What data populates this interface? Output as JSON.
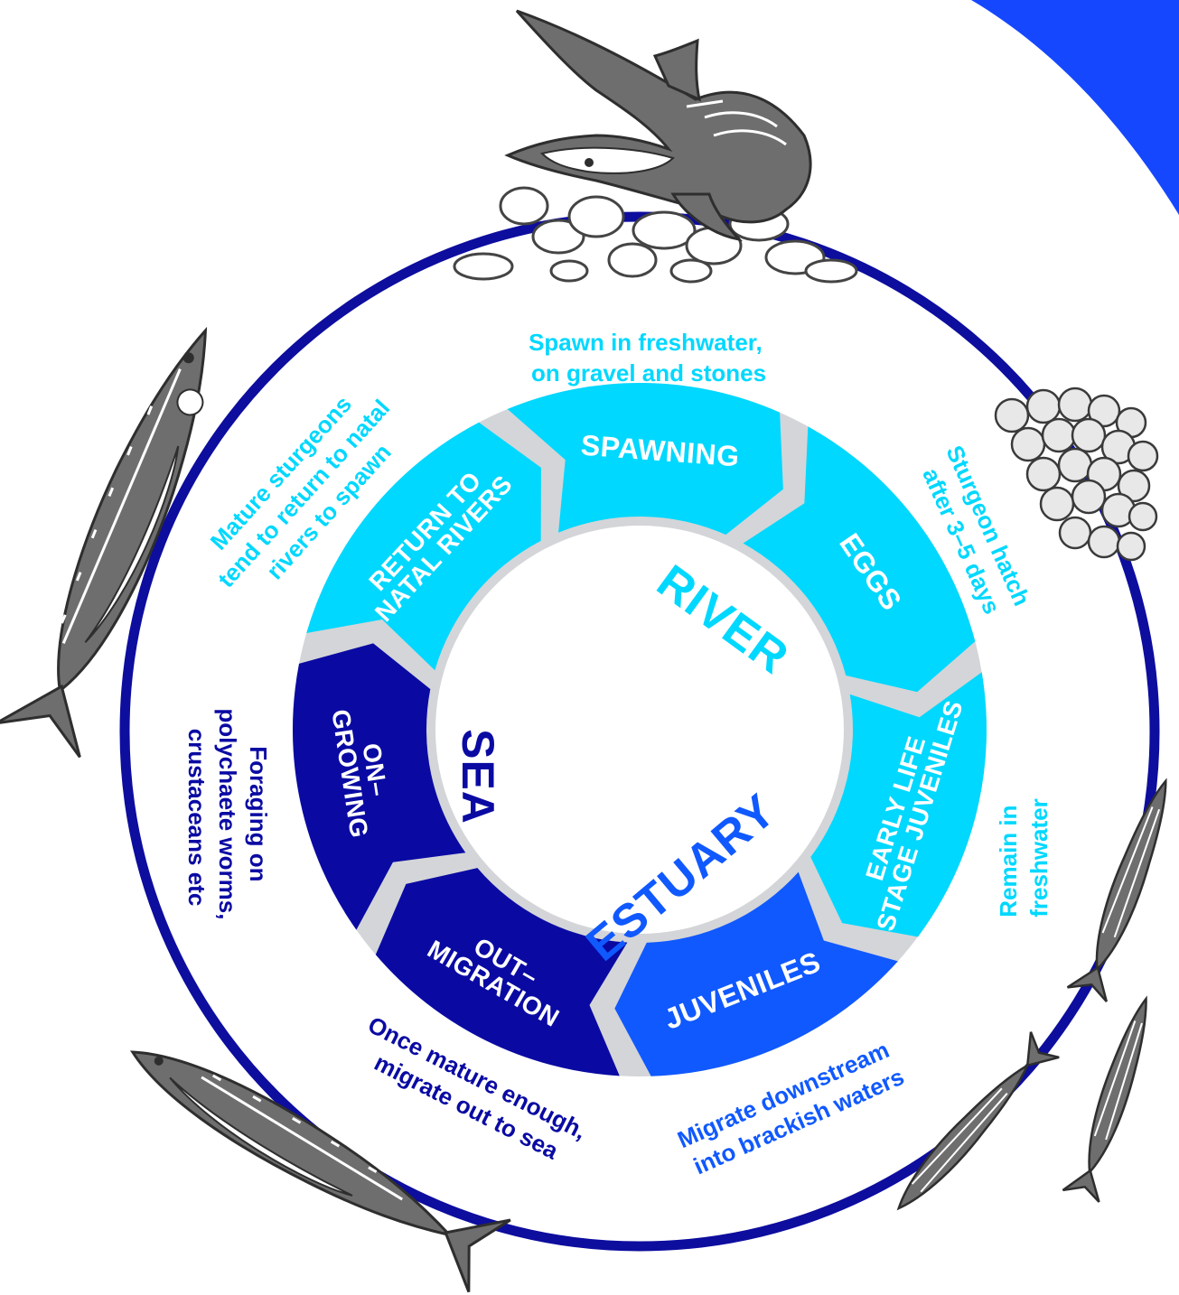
{
  "colors": {
    "light": "#00d8ff",
    "mid": "#1059ff",
    "dark": "#0a0aa3",
    "outer_ring": "#0d0d9e",
    "corner_accent": "#1547ff",
    "gap": "#d4d5d8",
    "fish": "#6e6e6e"
  },
  "stages": [
    {
      "id": "spawning",
      "lines": [
        "SPAWNING"
      ],
      "color": "light"
    },
    {
      "id": "eggs",
      "lines": [
        "EGGS"
      ],
      "color": "light"
    },
    {
      "id": "early-life",
      "lines": [
        "EARLY LIFE",
        "STAGE JUVENILES"
      ],
      "color": "light"
    },
    {
      "id": "juveniles",
      "lines": [
        "JUVENILES"
      ],
      "color": "mid"
    },
    {
      "id": "out-migration",
      "lines": [
        "OUT–",
        "MIGRATION"
      ],
      "color": "dark"
    },
    {
      "id": "on-growing",
      "lines": [
        "ON–",
        "GROWING"
      ],
      "color": "dark"
    },
    {
      "id": "return",
      "lines": [
        "RETURN TO",
        "NATAL RIVERS"
      ],
      "color": "light"
    }
  ],
  "zones": {
    "river": "RIVER",
    "estuary": "ESTUARY",
    "sea": "SEA"
  },
  "descriptions": [
    {
      "id": "spawn",
      "lines": [
        "Spawn in freshwater,",
        "on gravel and stones"
      ],
      "color": "light"
    },
    {
      "id": "hatch",
      "lines": [
        "Sturgeon hatch",
        "after 3–5 days"
      ],
      "color": "light"
    },
    {
      "id": "remain",
      "lines": [
        "Remain in",
        "freshwater"
      ],
      "color": "light"
    },
    {
      "id": "migrate-down",
      "lines": [
        "Migrate downstream",
        "into brackish waters"
      ],
      "color": "mid"
    },
    {
      "id": "migrate-out",
      "lines": [
        "Once mature enough,",
        "migrate out to sea"
      ],
      "color": "dark"
    },
    {
      "id": "foraging",
      "lines": [
        "Foraging on",
        "polychaete worms,",
        "crustaceans etc"
      ],
      "color": "dark"
    },
    {
      "id": "return-natal",
      "lines": [
        "Mature sturgeons",
        "tend to return to natal",
        "rivers to spawn"
      ],
      "color": "light"
    }
  ],
  "illustrations": [
    {
      "id": "spawning-sturgeon",
      "icon": "sturgeon-on-stones-illustration"
    },
    {
      "id": "egg-cluster",
      "icon": "egg-cluster-illustration"
    },
    {
      "id": "juvenile-sturgeon-1",
      "icon": "small-sturgeon-illustration"
    },
    {
      "id": "juvenile-sturgeon-2",
      "icon": "small-sturgeon-illustration"
    },
    {
      "id": "juvenile-sturgeon-3",
      "icon": "small-sturgeon-illustration"
    },
    {
      "id": "migrating-sturgeon",
      "icon": "sturgeon-illustration"
    },
    {
      "id": "returning-sturgeon",
      "icon": "sturgeon-illustration"
    }
  ]
}
